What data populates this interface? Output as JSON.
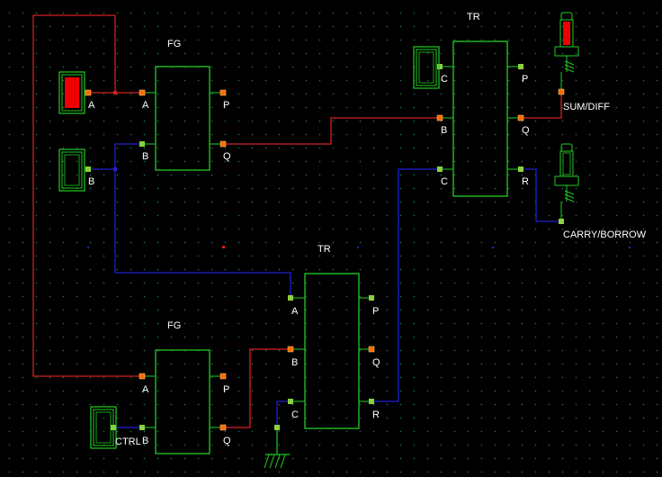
{
  "blocks": {
    "fg_top": {
      "title": "FG",
      "inputs": [
        "A",
        "B"
      ],
      "outputs": [
        "P",
        "Q"
      ]
    },
    "fg_bottom": {
      "title": "FG",
      "inputs": [
        "A",
        "B"
      ],
      "outputs": [
        "P",
        "Q"
      ]
    },
    "tr_top": {
      "title": "TR",
      "inputs": [
        "C",
        "B",
        "C"
      ],
      "outputs": [
        "P",
        "Q",
        "R"
      ]
    },
    "tr_mid": {
      "title": "TR",
      "inputs": [
        "A",
        "B",
        "C"
      ],
      "outputs": [
        "P",
        "Q",
        "R"
      ]
    }
  },
  "inputs": {
    "a": {
      "label": "A",
      "state": "high"
    },
    "b": {
      "label": "B",
      "state": "low"
    },
    "ctrl": {
      "label": "CTRL",
      "state": "low"
    },
    "tr_c": {
      "label": "C",
      "state": "low"
    }
  },
  "outputs": {
    "sum": {
      "label": "SUM/DIFF",
      "state": "high"
    },
    "carry": {
      "label": "CARRY/BORROW",
      "state": "low"
    }
  },
  "colors": {
    "high_wire": "#d42020",
    "low_wire": "#2020d0",
    "block": "#22cc22",
    "pin_high": "#ff6a00",
    "pin_low": "#8bd040",
    "led_on": "#ee0000"
  }
}
